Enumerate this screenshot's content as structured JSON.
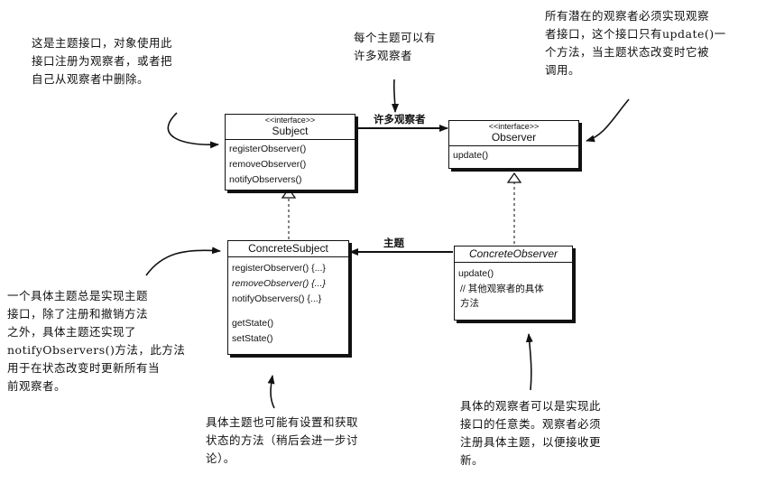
{
  "subject": {
    "stereotype": "<<interface>>",
    "name": "Subject",
    "methods": [
      "registerObserver()",
      "removeObserver()",
      "notifyObservers()"
    ]
  },
  "observer": {
    "stereotype": "<<interface>>",
    "name": "Observer",
    "methods": [
      "update()"
    ]
  },
  "concrete_subject": {
    "name": "ConcreteSubject",
    "methods": [
      "registerObserver() {...}",
      "removeObserver() {...}",
      "notifyObservers() {...}"
    ],
    "state_methods": [
      "getState()",
      "setState()"
    ]
  },
  "concrete_observer": {
    "name": "ConcreteObserver",
    "methods": [
      "update()"
    ],
    "comment": "// 其他观察者的具体\n方法"
  },
  "relations": {
    "has_many_label": "许多观察者",
    "subject_label": "主题"
  },
  "notes": {
    "subject_note": "这是主题接口，对象使用此\n接口注册为观察者，或者把\n自己从观察者中删除。",
    "many_observers_note": "每个主题可以有\n许多观察者",
    "observer_note": "所有潜在的观察者必须实现观察\n者接口，这个接口只有update()一\n个方法，当主题状态改变时它被\n调用。",
    "concrete_subject_note": "一个具体主题总是实现主题\n接口，除了注册和撤销方法\n之外，具体主题还实现了\nnotifyObservers()方法，此方法\n用于在状态改变时更新所有当\n前观察者。",
    "state_note": "具体主题也可能有设置和获取\n状态的方法（稍后会进一步讨\n论）。",
    "concrete_observer_note": "具体的观察者可以是实现此\n接口的任意类。观察者必须\n注册具体主题，以便接收更\n新。"
  }
}
